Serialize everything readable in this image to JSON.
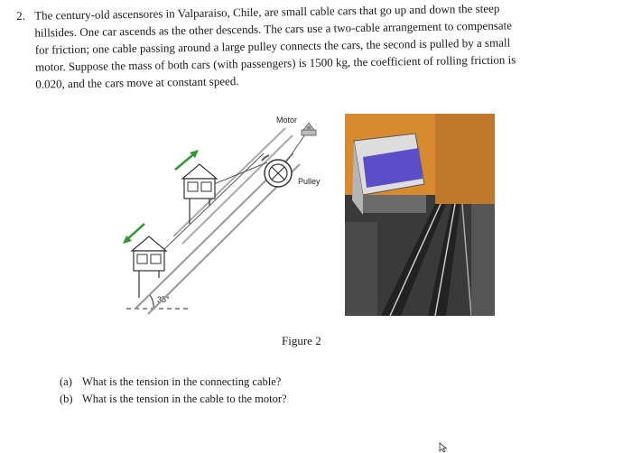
{
  "problem": {
    "number": "2.",
    "lines": [
      "The century-old ascensores in Valparaiso, Chile, are small cable cars that go up and down the steep",
      "hillsides. One car ascends as the other descends. The cars use a two-cable arrangement to compensate",
      "for friction; one cable passing around a large pulley connects the cars, the second is pulled by a small",
      "motor. Suppose the mass of both cars (with passengers) is 1500 kg, the coefficient of rolling friction is",
      "0.020, and the cars move at constant speed."
    ]
  },
  "figure": {
    "motor_label": "Motor",
    "pulley_label": "Pulley",
    "angle_label": "35°",
    "caption": "Figure 2"
  },
  "questions": [
    {
      "label": "(a)",
      "text": "What is the tension in the connecting cable?"
    },
    {
      "label": "(b)",
      "text": "What is the tension in the cable to the motor?"
    }
  ],
  "colors": {
    "arrow_green": "#2e9a2e",
    "text": "#1a1a1a",
    "photo_sky": "#d88a2e",
    "photo_car": "#5a4fc8"
  }
}
